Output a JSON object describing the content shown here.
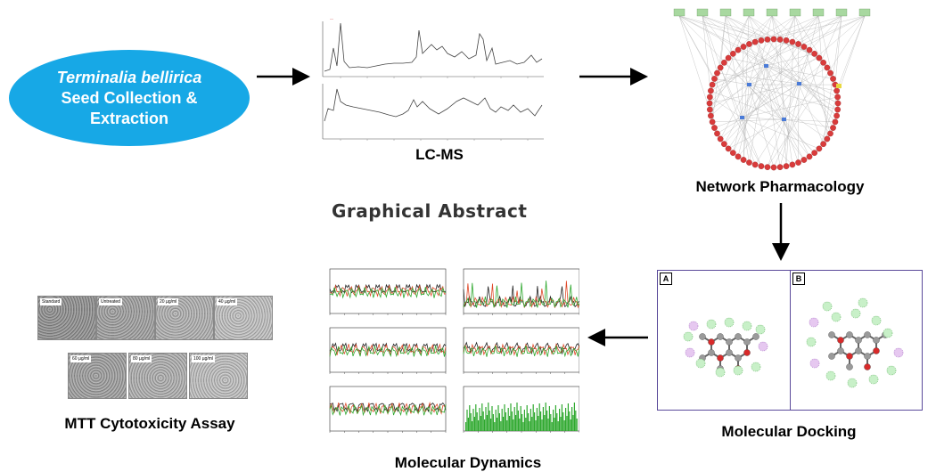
{
  "start": {
    "species": "Terminalia bellirica",
    "line2": "Seed Collection &",
    "line3": "Extraction"
  },
  "center_title": "Graphical Abstract",
  "steps": {
    "lcms": "LC-MS",
    "network": "Network Pharmacology",
    "docking": "Molecular Docking",
    "dynamics": "Molecular Dynamics",
    "mtt": "MTT Cytotoxicity Assay"
  },
  "mtt_wells": [
    "Standard",
    "Untreated",
    "20 µg/ml",
    "40 µg/ml",
    "60 µg/ml",
    "80 µg/ml",
    "100 µg/ml"
  ],
  "docking_panels": [
    "A",
    "B"
  ],
  "colors": {
    "ellipse": "#17a8e6",
    "arrow": "#000000",
    "network_node": "#d93b3b",
    "frame": "#5a4a9a"
  }
}
